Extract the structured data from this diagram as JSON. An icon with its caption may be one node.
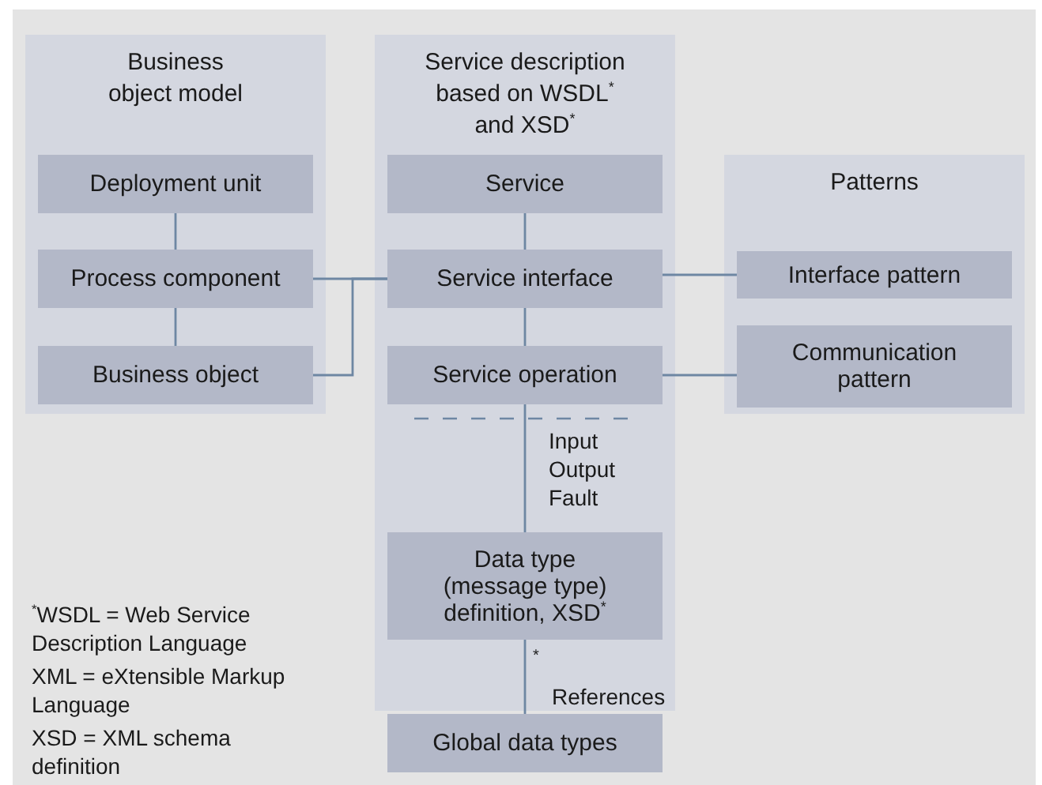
{
  "diagram": {
    "nodes": [
      {
        "text": [
          "Business object model"
        ]
      },
      {
        "text": [
          "Deployment unit"
        ],
        "in": 0
      },
      {
        "text": [
          "Process component"
        ],
        "in": 0
      },
      {
        "text": [
          "Business object"
        ],
        "in": 0
      },
      {
        "text": [
          "Service description based on WSDL$^{*}$ and XSD$^{*}$"
        ]
      },
      {
        "text": [
          "Service"
        ],
        "in": 4
      },
      {
        "text": [
          "Service interface"
        ],
        "in": 4
      },
      {
        "text": [
          "Service operation"
        ],
        "in": 4
      },
      {
        "text": [
          "Data type (message type) definition, XSD$^{*}$"
        ],
        "in": 4
      },
      {
        "text": [
          "Patterns"
        ]
      },
      {
        "text": [
          "Interface pattern"
        ],
        "in": 9
      },
      {
        "text": [
          "Communication pattern"
        ],
        "in": 9
      },
      {
        "text": [
          "Global data types"
        ]
      }
    ],
    "edges": [
      {
        "from": 1,
        "to": 2,
        "arrow": "none"
      },
      {
        "from": 2,
        "to": 3,
        "arrow": "none"
      },
      {
        "from": 2,
        "to": 6,
        "arrow": "none"
      },
      {
        "from": 3,
        "to": 6,
        "arrow": "none"
      },
      {
        "from": 5,
        "to": 6,
        "arrow": "none"
      },
      {
        "from": 6,
        "to": 7,
        "arrow": "none"
      },
      {
        "from": 6,
        "to": 10,
        "arrow": "none"
      },
      {
        "from": 7,
        "to": 11,
        "arrow": "none"
      },
      {
        "from": 7,
        "to": 8,
        "label": "Input Output Fault",
        "arrow": "none"
      },
      {
        "from": 8,
        "to": 12,
        "label": "References",
        "arrow": "none"
      }
    ],
    "labels": [
      "*",
      "$^{*}$WSDL = Web Service Description Language",
      "XML = eXtensible Markup Language",
      "XSD = XML schema definition"
    ]
  }
}
